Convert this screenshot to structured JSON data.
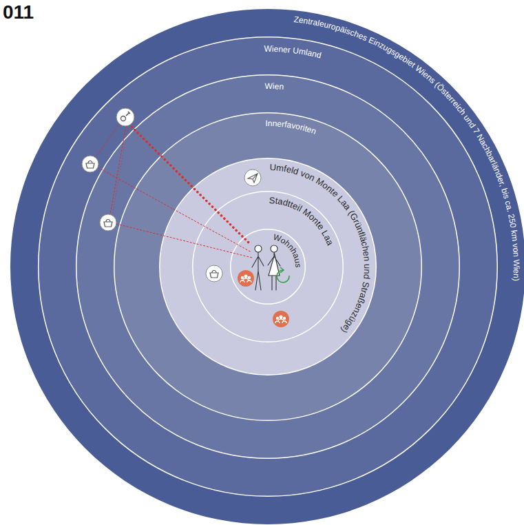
{
  "diagram": {
    "nodes": [
      {
        "text": [
          "Zentraleuropäisches Einzugsgebiet Wiens (Österreich und 7 Nachbarländer, bis ca. 250 km von Wien)"
        ]
      },
      {
        "text": [
          "Wiener Umland"
        ],
        "in": 0
      },
      {
        "text": [
          "Wien"
        ],
        "in": 1
      },
      {
        "text": [
          "Innerfavoriten"
        ],
        "in": 2
      },
      {
        "text": [
          "Umfeld von Monte Laa (Grünflächen und Straßenzüge)"
        ],
        "in": 3
      },
      {
        "text": [
          "Stadtteil Monte Laa"
        ],
        "in": 4
      },
      {
        "text": [
          "Wohnhaus"
        ],
        "in": 5
      }
    ],
    "labels": [
      "011"
    ]
  }
}
